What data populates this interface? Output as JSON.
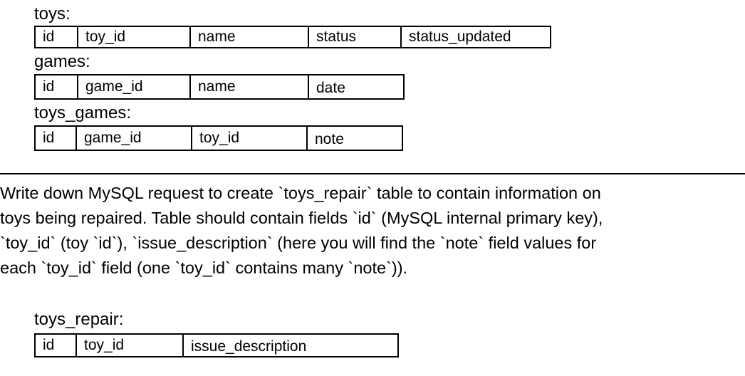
{
  "tables": [
    {
      "label": "toys:",
      "columns": [
        "id",
        "toy_id",
        "name",
        "status",
        "status_updated"
      ]
    },
    {
      "label": "games:",
      "columns": [
        "id",
        "game_id",
        "name",
        "date"
      ]
    },
    {
      "label": "toys_games:",
      "columns": [
        "id",
        "game_id",
        "toy_id",
        "note"
      ]
    }
  ],
  "question": {
    "lines": [
      "Write down MySQL request to create `toys_repair` table to contain information on",
      "toys being repaired. Table should contain fields `id` (MySQL internal primary key),",
      "`toy_id` (toy `id`), `issue_description` (here you will find the `note` field values for",
      "each `toy_id` field (one `toy_id` contains many `note`))."
    ]
  },
  "target_table": {
    "label": "toys_repair:",
    "columns": [
      "id",
      "toy_id",
      "issue_description"
    ]
  }
}
